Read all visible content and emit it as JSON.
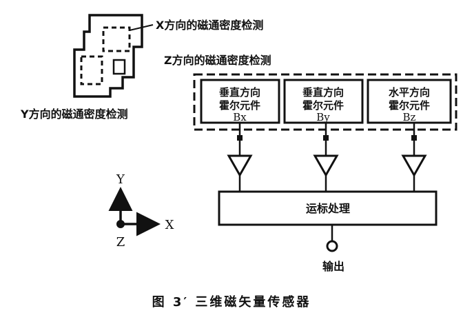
{
  "chip": {
    "x_label": "X方向的磁通密度检测",
    "z_label": "Z方向的磁通密度检测",
    "y_label": "Y方向的磁通密度检测"
  },
  "sensors": [
    {
      "line1": "垂直方向",
      "line2": "霍尔元件",
      "axis": "Bx"
    },
    {
      "line1": "垂直方向",
      "line2": "霍尔元件",
      "axis": "By"
    },
    {
      "line1": "水平方向",
      "line2": "霍尔元件",
      "axis": "Bz"
    }
  ],
  "processor": {
    "label": "运标处理"
  },
  "output": {
    "label": "输出"
  },
  "axes": {
    "y": "Y",
    "x": "X",
    "z": "Z"
  },
  "caption": "图 3′ 三维磁矢量传感器"
}
